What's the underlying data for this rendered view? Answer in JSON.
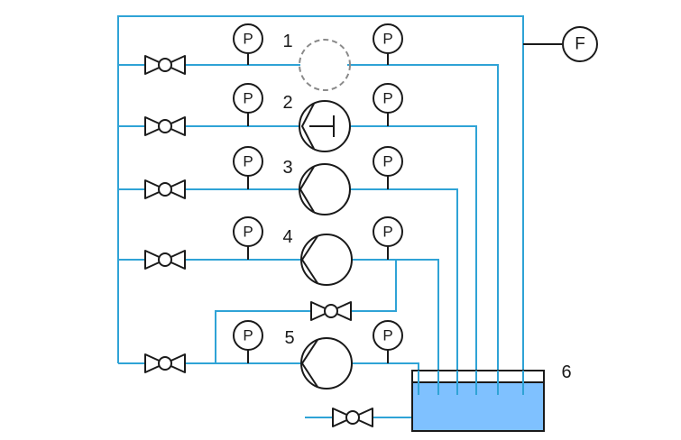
{
  "diagram": {
    "colors": {
      "pipe": "#2fa3d6",
      "water": "#7fc1ff",
      "outline": "#1a1a1a",
      "missing_pump": "#8a8a8a"
    },
    "gauge_label": "P",
    "flowmeter_label": "F",
    "pump_labels": [
      "1",
      "2",
      "3",
      "4",
      "5"
    ],
    "tank_label": "6",
    "icons": {
      "gauge": "pressure-gauge-icon",
      "flowmeter": "flowmeter-icon",
      "valve": "valve-icon",
      "pump": "centrifugal-pump-icon",
      "tank": "water-tank-icon"
    }
  }
}
